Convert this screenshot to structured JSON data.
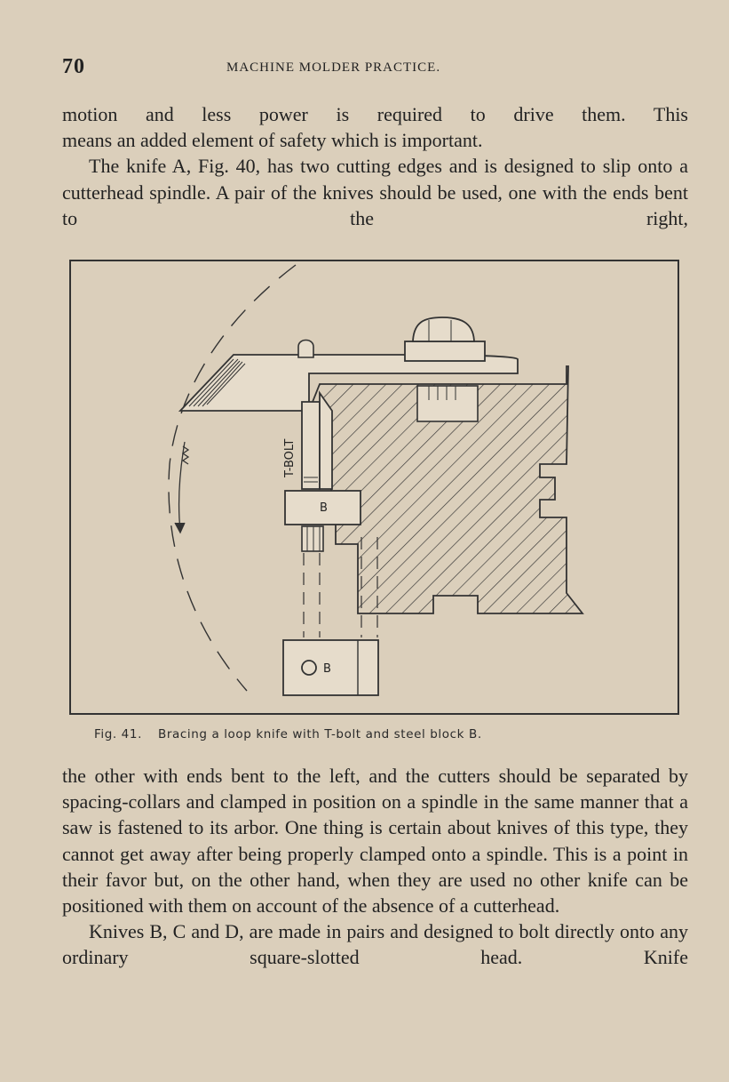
{
  "header": {
    "page_number": "70",
    "running_title": "MACHINE MOLDER PRACTICE."
  },
  "body": {
    "para1_line1": "motion and less power is required to drive them. This",
    "para1_line2": "means an added element of safety which is important.",
    "para2": "The knife A, Fig. 40, has two cutting edges and is designed to slip onto a cutterhead spindle. A pair of the knives should be used, one with the ends bent to the right,",
    "para3": "the other with ends bent to the left, and the cutters should be separated by spacing-collars and clamped in position on a spindle in the same manner that a saw is fastened to its arbor. One thing is certain about knives of this type, they cannot get away after being properly clamped onto a spindle. This is a point in their favor but, on the other hand, when they are used no other knife can be positioned with them on account of the absence of a cutterhead.",
    "para4": "Knives B, C and D, are made in pairs and designed to bolt directly onto any ordinary square-slotted head. Knife"
  },
  "figure": {
    "label_tbolt": "T-BOLT",
    "label_b_upper": "B",
    "label_b_lower": "B",
    "caption_number": "Fig. 41.",
    "caption_text": "Bracing a loop knife with T-bolt and steel block B."
  }
}
